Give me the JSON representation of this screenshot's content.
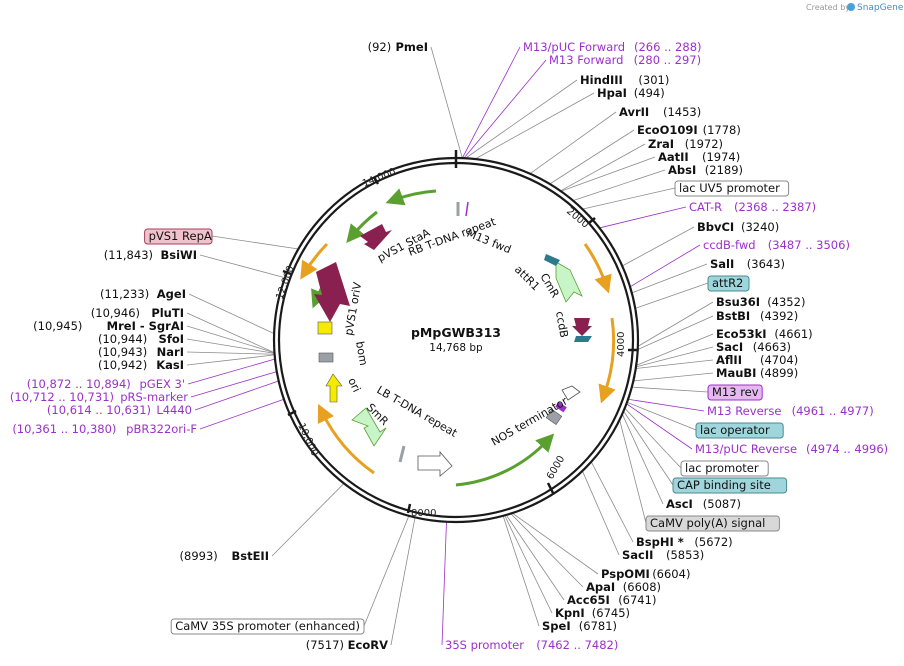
{
  "credit": {
    "text": "Created by",
    "brand": "SnapGene"
  },
  "plasmid": {
    "name": "pMpGWB313",
    "length": "14,768 bp"
  },
  "colors": {
    "backbone": "#1a1a1a",
    "leader": "#8c8c8c",
    "primer": "#9b30c9",
    "orange": "#e8a020",
    "green": "#5aa030",
    "maroon": "#8a2050",
    "lightgreen": "#c8f5c8",
    "teal": "#2c7a8c",
    "yellow": "#f5ea00",
    "gray": "#9aa0a6"
  },
  "ticks": [
    "2000",
    "4000",
    "6000",
    "8000",
    "10,000",
    "12,000",
    "14,000"
  ],
  "right_labels": [
    {
      "name": "M13/pUC Forward",
      "pos": "(266 .. 288)",
      "kind": "primer"
    },
    {
      "name": "M13 Forward",
      "pos": "(280 .. 297)",
      "kind": "primer"
    },
    {
      "name": "HindIII",
      "pos": "(301)",
      "kind": "enzyme"
    },
    {
      "name": "HpaI",
      "pos": "(494)",
      "kind": "enzyme"
    },
    {
      "name": "AvrII",
      "pos": "(1453)",
      "kind": "enzyme"
    },
    {
      "name": "EcoO109I",
      "pos": "(1778)",
      "kind": "enzyme"
    },
    {
      "name": "ZraI",
      "pos": "(1972)",
      "kind": "enzyme"
    },
    {
      "name": "AatII",
      "pos": "(1974)",
      "kind": "enzyme"
    },
    {
      "name": "AbsI",
      "pos": "(2189)",
      "kind": "enzyme"
    },
    {
      "name": "lac UV5 promoter",
      "pos": "",
      "kind": "box-white"
    },
    {
      "name": "CAT-R",
      "pos": "(2368 .. 2387)",
      "kind": "primer"
    },
    {
      "name": "BbvCI",
      "pos": "(3240)",
      "kind": "enzyme"
    },
    {
      "name": "ccdB-fwd",
      "pos": "(3487 .. 3506)",
      "kind": "primer"
    },
    {
      "name": "SalI",
      "pos": "(3643)",
      "kind": "enzyme"
    },
    {
      "name": "attR2",
      "pos": "",
      "kind": "box-teal"
    },
    {
      "name": "Bsu36I",
      "pos": "(4352)",
      "kind": "enzyme"
    },
    {
      "name": "BstBI",
      "pos": "(4392)",
      "kind": "enzyme"
    },
    {
      "name": "Eco53kI",
      "pos": "(4661)",
      "kind": "enzyme"
    },
    {
      "name": "SacI",
      "pos": "(4663)",
      "kind": "enzyme"
    },
    {
      "name": "AflII",
      "pos": "(4704)",
      "kind": "enzyme"
    },
    {
      "name": "MauBI",
      "pos": "(4899)",
      "kind": "enzyme"
    },
    {
      "name": "M13 rev",
      "pos": "",
      "kind": "box-purple"
    },
    {
      "name": "M13 Reverse",
      "pos": "(4961 .. 4977)",
      "kind": "primer"
    },
    {
      "name": "lac operator",
      "pos": "",
      "kind": "box-teal"
    },
    {
      "name": "M13/pUC Reverse",
      "pos": "(4974 .. 4996)",
      "kind": "primer"
    },
    {
      "name": "lac promoter",
      "pos": "",
      "kind": "box-white"
    },
    {
      "name": "CAP binding site",
      "pos": "",
      "kind": "box-teal"
    },
    {
      "name": "AscI",
      "pos": "(5087)",
      "kind": "enzyme"
    },
    {
      "name": "CaMV poly(A) signal",
      "pos": "",
      "kind": "box-gray"
    },
    {
      "name": "BspHI *",
      "pos": "(5672)",
      "kind": "enzyme"
    },
    {
      "name": "SacII",
      "pos": "(5853)",
      "kind": "enzyme"
    },
    {
      "name": "PspOMI",
      "pos": "(6604)",
      "kind": "enzyme"
    },
    {
      "name": "ApaI",
      "pos": "(6608)",
      "kind": "enzyme"
    },
    {
      "name": "Acc65I",
      "pos": "(6741)",
      "kind": "enzyme"
    },
    {
      "name": "KpnI",
      "pos": "(6745)",
      "kind": "enzyme"
    },
    {
      "name": "SpeI",
      "pos": "(6781)",
      "kind": "enzyme"
    },
    {
      "name": "35S promoter",
      "pos": "(7462 .. 7482)",
      "kind": "primer"
    }
  ],
  "left_labels": [
    {
      "name": "PmeI",
      "pos": "(92)",
      "kind": "enzyme"
    },
    {
      "name": "pVS1 RepA",
      "pos": "",
      "kind": "box-pink"
    },
    {
      "name": "BsiWI",
      "pos": "(11,843)",
      "kind": "enzyme"
    },
    {
      "name": "AgeI",
      "pos": "(11,233)",
      "kind": "enzyme"
    },
    {
      "name": "PluTI",
      "pos": "(10,946)",
      "kind": "enzyme"
    },
    {
      "name": "MreI  - SgrAI",
      "pos": "(10,945)",
      "kind": "enzyme"
    },
    {
      "name": "SfoI",
      "pos": "(10,944)",
      "kind": "enzyme"
    },
    {
      "name": "NarI",
      "pos": "(10,943)",
      "kind": "enzyme"
    },
    {
      "name": "KasI",
      "pos": "(10,942)",
      "kind": "enzyme"
    },
    {
      "name": "pGEX 3'",
      "pos": "(10,872 .. 10,894)",
      "kind": "primer"
    },
    {
      "name": "pRS-marker",
      "pos": "(10,712 .. 10,731)",
      "kind": "primer"
    },
    {
      "name": "L4440",
      "pos": "(10,614 .. 10,631)",
      "kind": "primer"
    },
    {
      "name": "pBR322ori-F",
      "pos": "(10,361 .. 10,380)",
      "kind": "primer"
    },
    {
      "name": "BstEII",
      "pos": "(8993)",
      "kind": "enzyme"
    },
    {
      "name": "CaMV 35S promoter (enhanced)",
      "pos": "",
      "kind": "box-white"
    },
    {
      "name": "EcoRV",
      "pos": "(7517)",
      "kind": "enzyme"
    }
  ],
  "inner_labels": [
    "M13 fwd",
    "RB T-DNA repeat",
    "attR1",
    "CmR",
    "ccdB",
    "pVS1 StaA",
    "pVS1 oriV",
    "bom",
    "ori",
    "SmR",
    "LB T-DNA repeat",
    "NOS terminator"
  ]
}
